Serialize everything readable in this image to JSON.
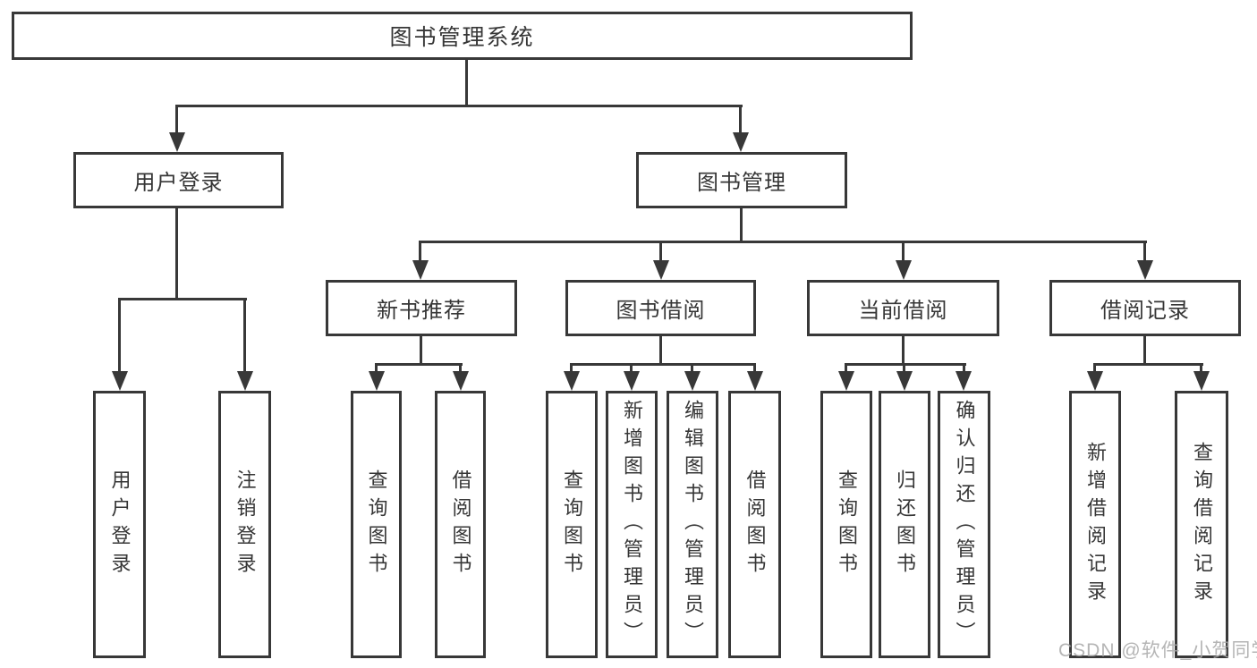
{
  "diagram": {
    "root": {
      "label": "图书管理系统"
    },
    "branches": [
      {
        "label": "用户登录",
        "children": [
          {
            "label": "用户登录"
          },
          {
            "label": "注销登录"
          }
        ]
      },
      {
        "label": "图书管理",
        "children": [
          {
            "label": "新书推荐",
            "children": [
              {
                "label": "查询图书"
              },
              {
                "label": "借阅图书"
              }
            ]
          },
          {
            "label": "图书借阅",
            "children": [
              {
                "label": "查询图书"
              },
              {
                "label": "新增图书（管理员）"
              },
              {
                "label": "编辑图书（管理员）"
              },
              {
                "label": "借阅图书"
              }
            ]
          },
          {
            "label": "当前借阅",
            "children": [
              {
                "label": "查询图书"
              },
              {
                "label": "归还图书"
              },
              {
                "label": "确认归还（管理员）"
              }
            ]
          },
          {
            "label": "借阅记录",
            "children": [
              {
                "label": "新增借阅记录"
              },
              {
                "label": "查询借阅记录"
              }
            ]
          }
        ]
      }
    ]
  },
  "watermark": {
    "text": "CSDN @软件_小贺同学"
  },
  "colors": {
    "line": "#383838",
    "text": "#363636",
    "background": "#ffffff",
    "watermark": "#a8a8a8"
  }
}
